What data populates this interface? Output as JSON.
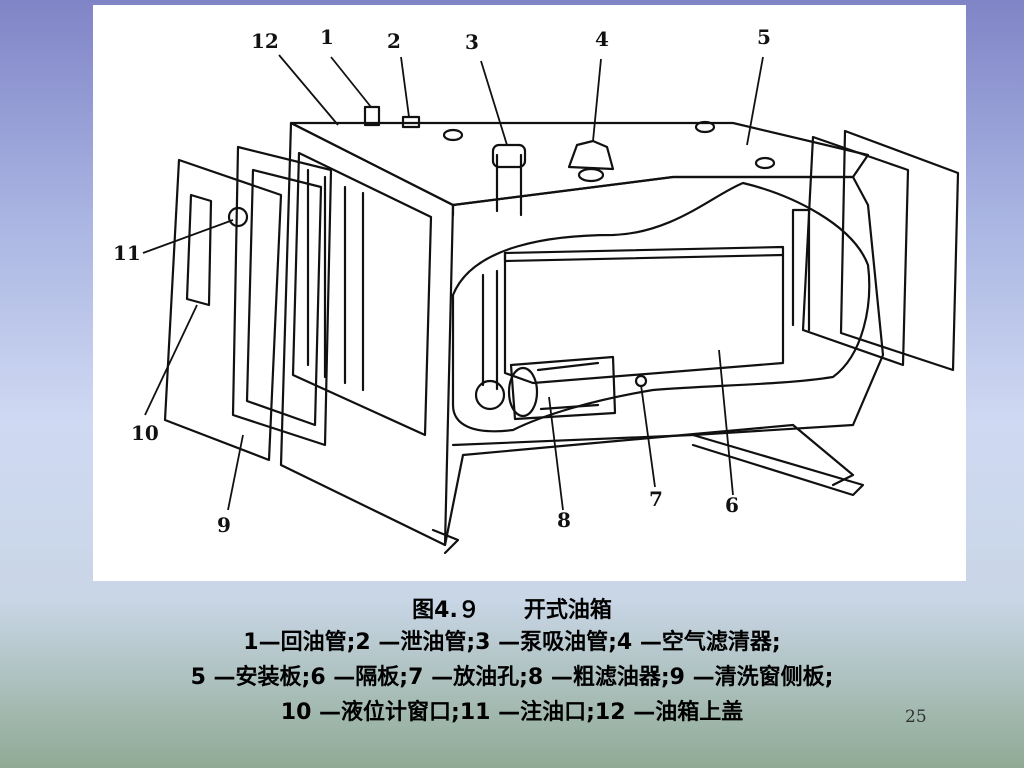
{
  "figure": {
    "callouts": [
      "12",
      "1",
      "2",
      "3",
      "4",
      "5",
      "11",
      "10",
      "9",
      "8",
      "7",
      "6"
    ]
  },
  "caption": {
    "title": "图4.９　　开式油箱",
    "line1": "1—回油管;2 —泄油管;3 —泵吸油管;4 —空气滤清器;",
    "line2": "5 —安装板;6 —隔板;7 —放油孔;8 —粗滤油器;9 —清洗窗侧板;",
    "line3": "10 —液位计窗口;11 —注油口;12 —油箱上盖"
  },
  "slide": {
    "number": "25"
  }
}
